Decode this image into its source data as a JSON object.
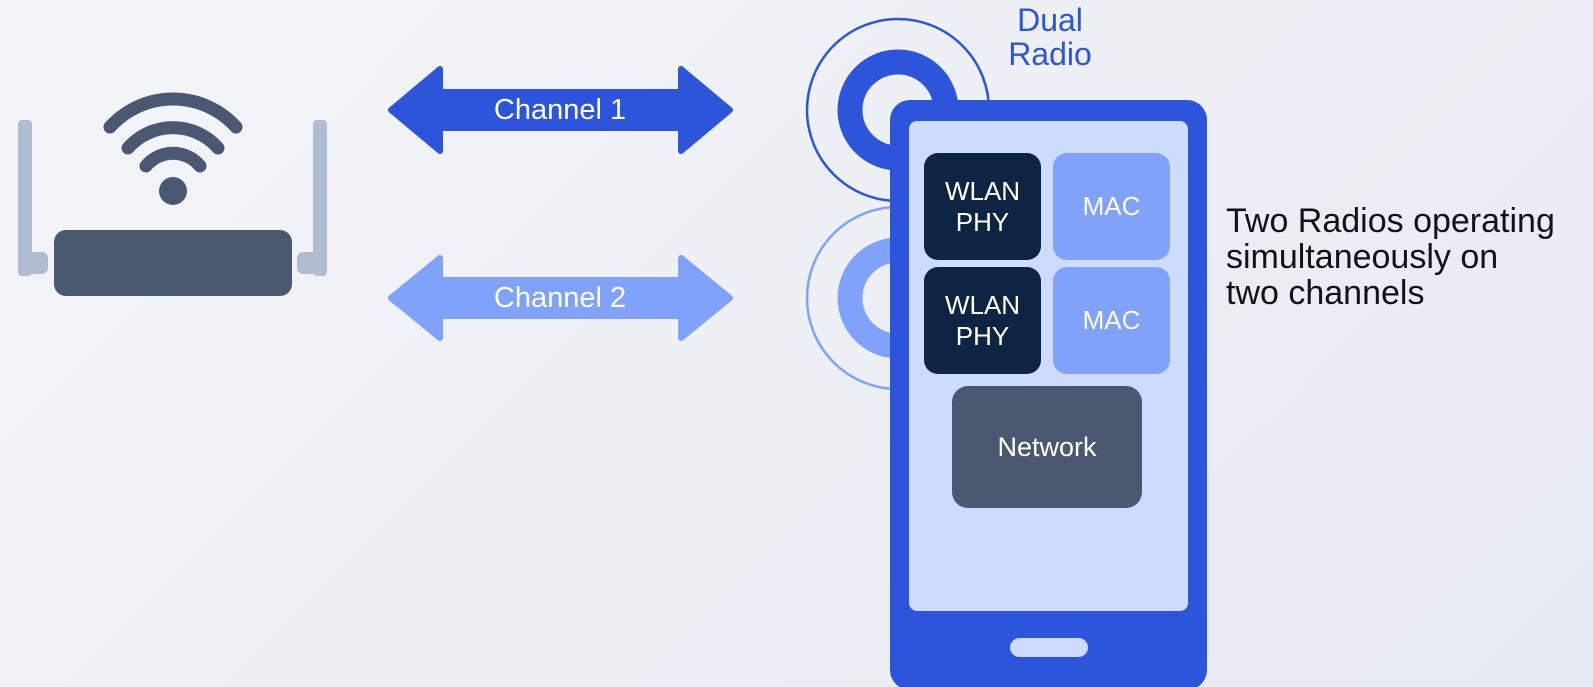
{
  "labels": {
    "dual_radio": [
      "Dual",
      "Radio"
    ],
    "channel_1": "Channel 1",
    "channel_2": "Channel 2",
    "phy_block_1": [
      "WLAN",
      "PHY"
    ],
    "phy_block_2": [
      "WLAN",
      "PHY"
    ],
    "mac_block_1": "MAC",
    "mac_block_2": "MAC",
    "network_block": "Network",
    "description": [
      "Two Radios operating",
      "simultaneously on",
      "two channels"
    ]
  },
  "icons": {
    "router": "wifi-router-icon",
    "device": "smartphone-icon",
    "radio_1": "radio-antenna-icon",
    "radio_2": "radio-antenna-icon"
  },
  "colors": {
    "channel_1": "#2c55dc",
    "channel_2": "#81a2fb",
    "phone_body": "#2c55dc",
    "phone_screen": "#cddbff",
    "phy_block": "#0d2442",
    "mac_block": "#81a2fb",
    "network_block": "#4a5872",
    "router": "#4a5872",
    "router_antenna": "#b0bdd0",
    "label_accent": "#2c55dc",
    "text": "#101418"
  }
}
